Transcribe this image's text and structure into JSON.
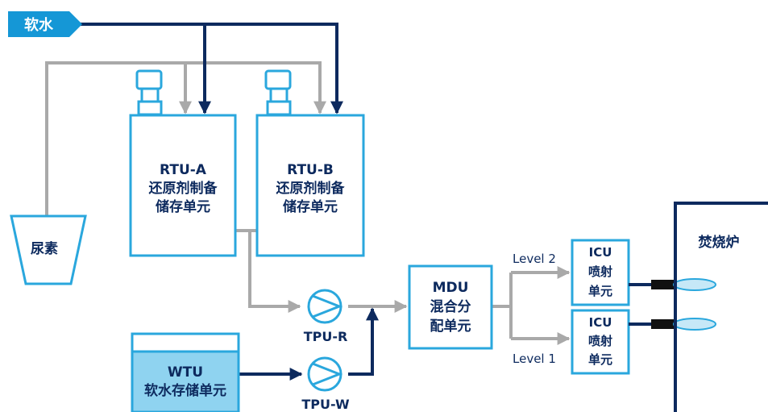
{
  "colors": {
    "box_border": "#2aa7dd",
    "navy": "#0d2a5e",
    "gray_line": "#a9a9a9",
    "tag_fill": "#1597d6",
    "wtu_fill": "#8fd3f0",
    "nozzle_fill": "#c6e8f7"
  },
  "soft_water_tag": "软水",
  "urea": "尿素",
  "rtu_a": {
    "code": "RTU-A",
    "line1": "还原剂制备",
    "line2": "储存单元"
  },
  "rtu_b": {
    "code": "RTU-B",
    "line1": "还原剂制备",
    "line2": "储存单元"
  },
  "wtu": {
    "code": "WTU",
    "line1": "软水存储单元"
  },
  "tpu_r": "TPU-R",
  "tpu_w": "TPU-W",
  "mdu": {
    "code": "MDU",
    "line1": "混合分",
    "line2": "配单元"
  },
  "level2": "Level 2",
  "level1": "Level 1",
  "icu_top": {
    "code": "ICU",
    "line1": "喷射",
    "line2": "单元"
  },
  "icu_bottom": {
    "code": "ICU",
    "line1": "喷射",
    "line2": "单元"
  },
  "incinerator": "焚烧炉"
}
